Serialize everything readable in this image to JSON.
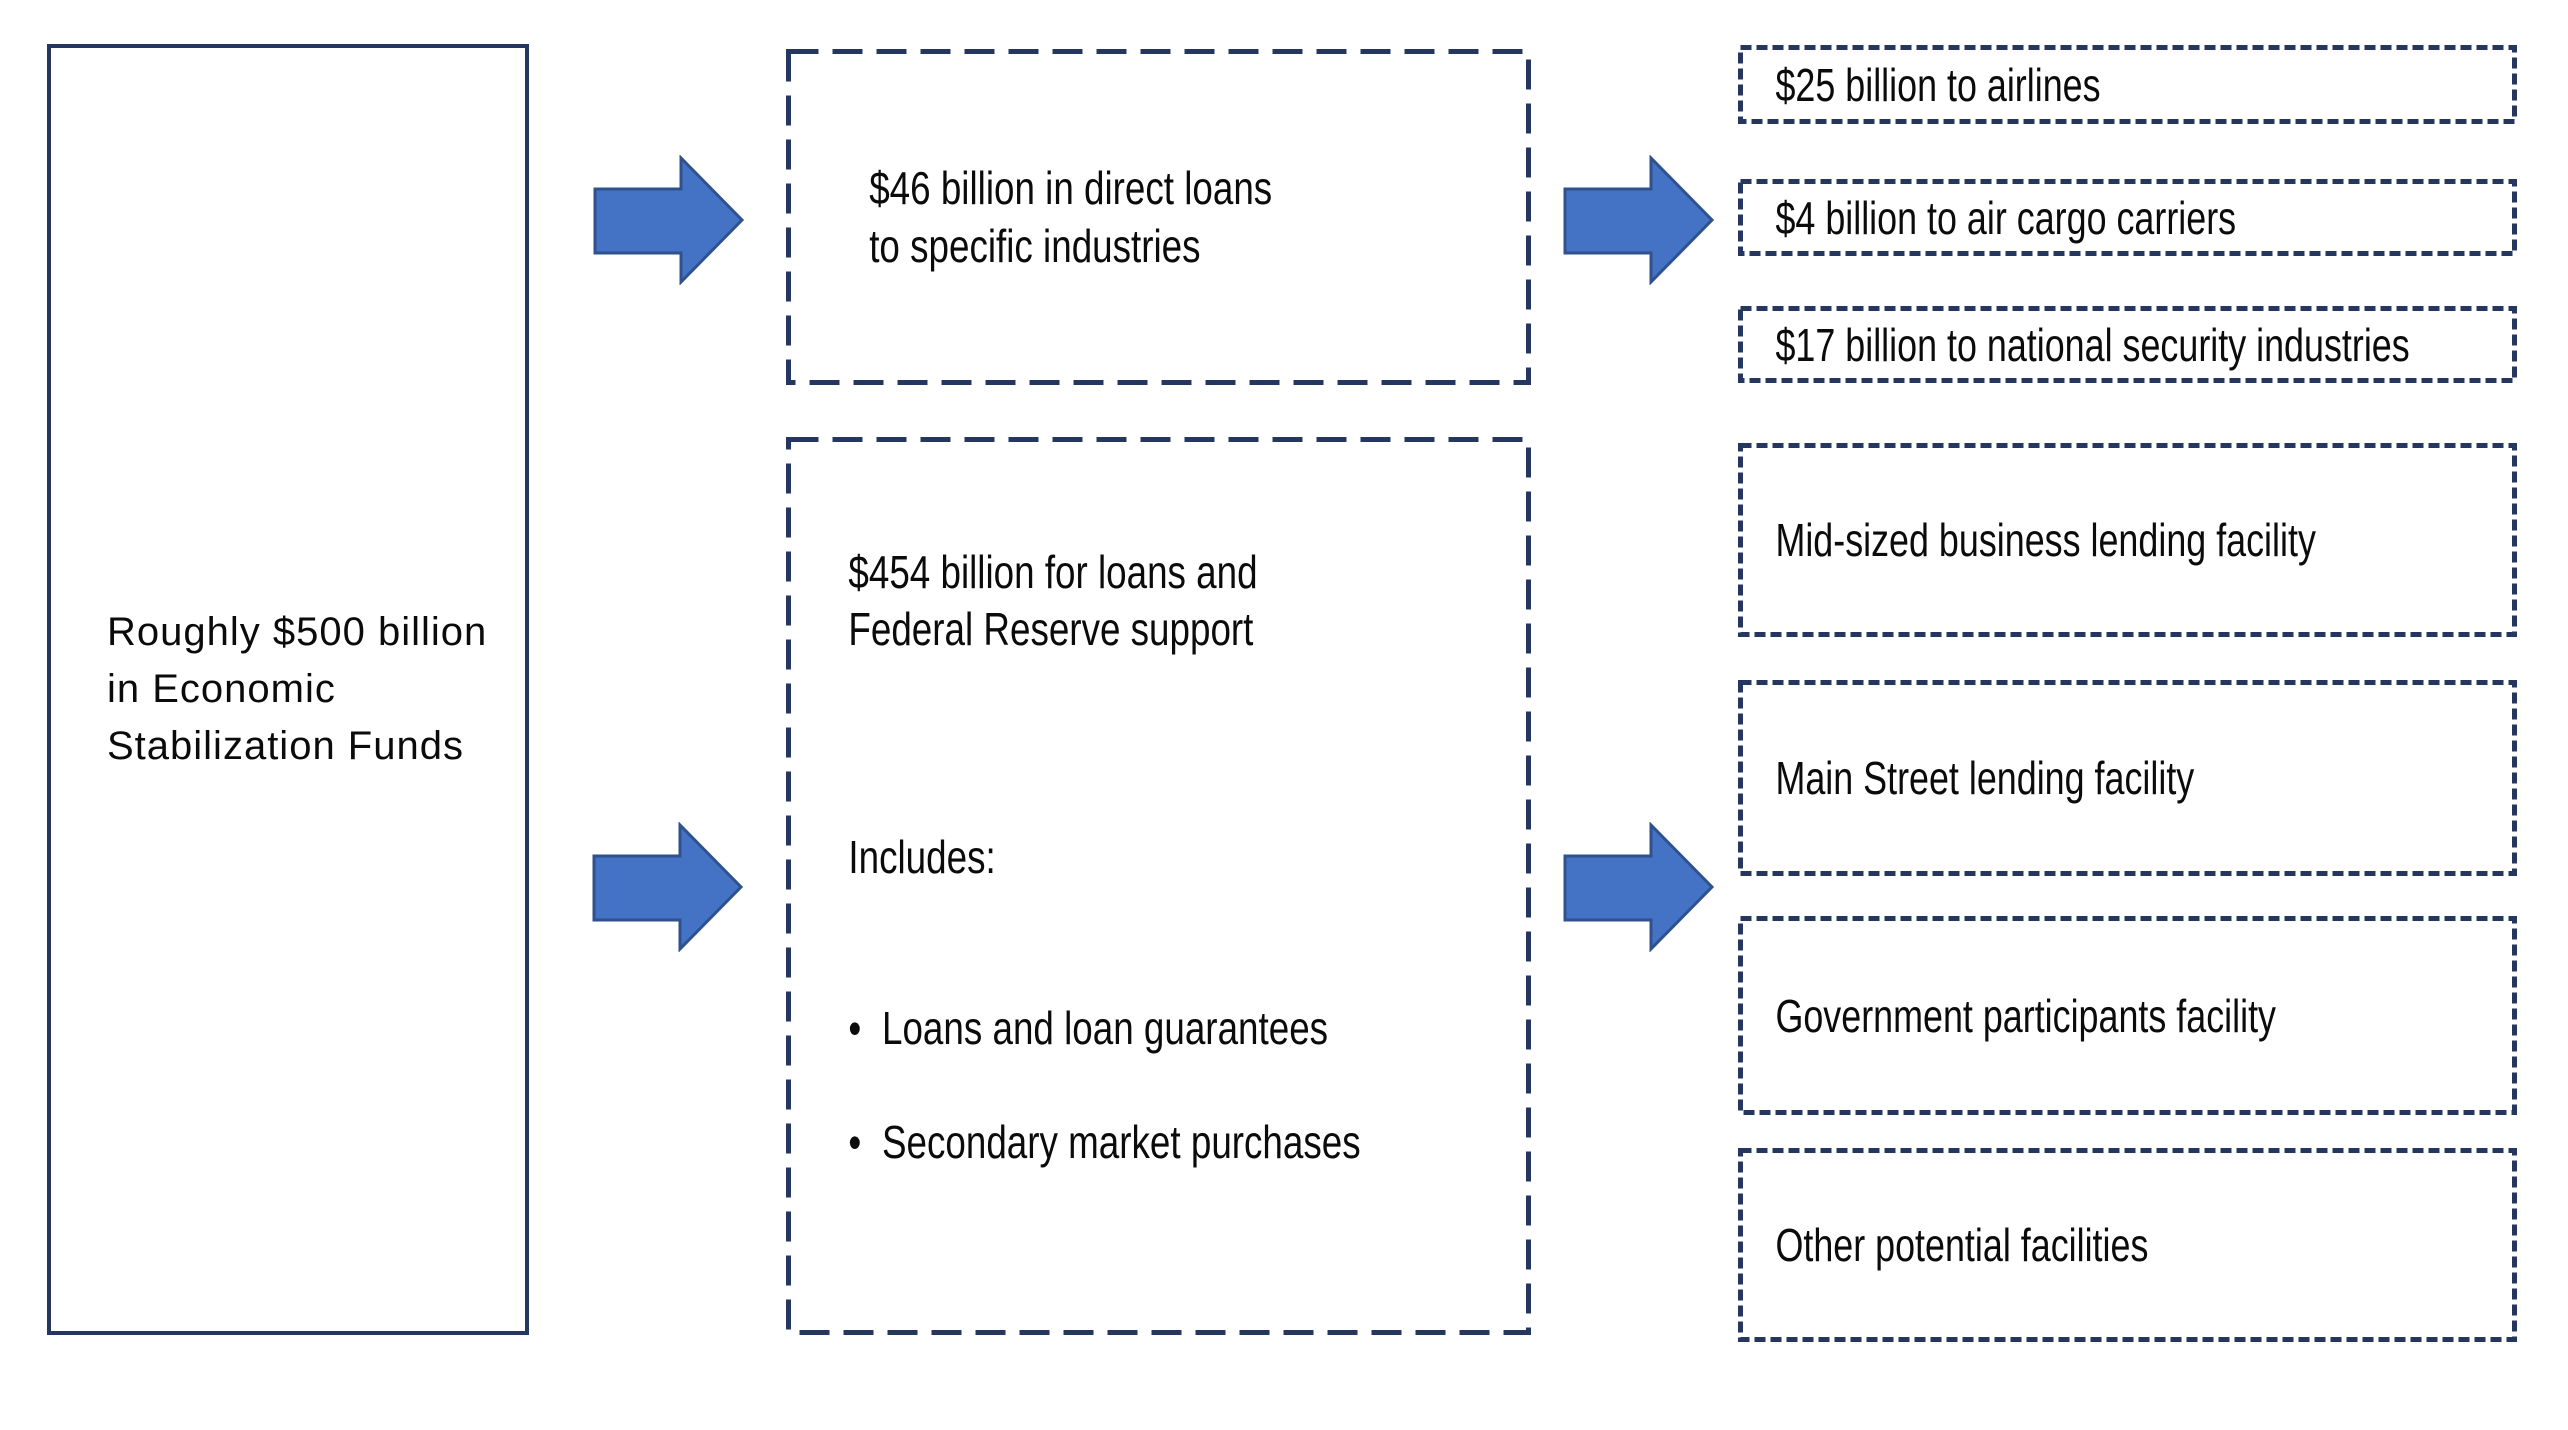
{
  "colors": {
    "border": "#26375F",
    "arrow_fill": "#4472C4",
    "arrow_stroke": "#2F528F",
    "text": "#0b0b0b",
    "background": "#ffffff"
  },
  "source_box": {
    "label": "Roughly $500 billion\nin Economic\nStabilization Funds"
  },
  "direct_loans_box": {
    "label": "$46 billion in direct loans\nto specific industries"
  },
  "fed_support_box": {
    "title": "$454 billion for loans and\nFederal Reserve support",
    "includes_label": "Includes:",
    "bullet_char": "•",
    "bullets": [
      "Loans and loan guarantees",
      "Secondary market purchases"
    ]
  },
  "direct_loan_allocations": [
    "$25 billion to airlines",
    "$4 billion to air cargo carriers",
    "$17 billion to national security industries"
  ],
  "fed_support_facilities": [
    "Mid-sized business lending facility",
    "Main Street lending facility",
    "Government participants facility",
    "Other potential facilities"
  ]
}
